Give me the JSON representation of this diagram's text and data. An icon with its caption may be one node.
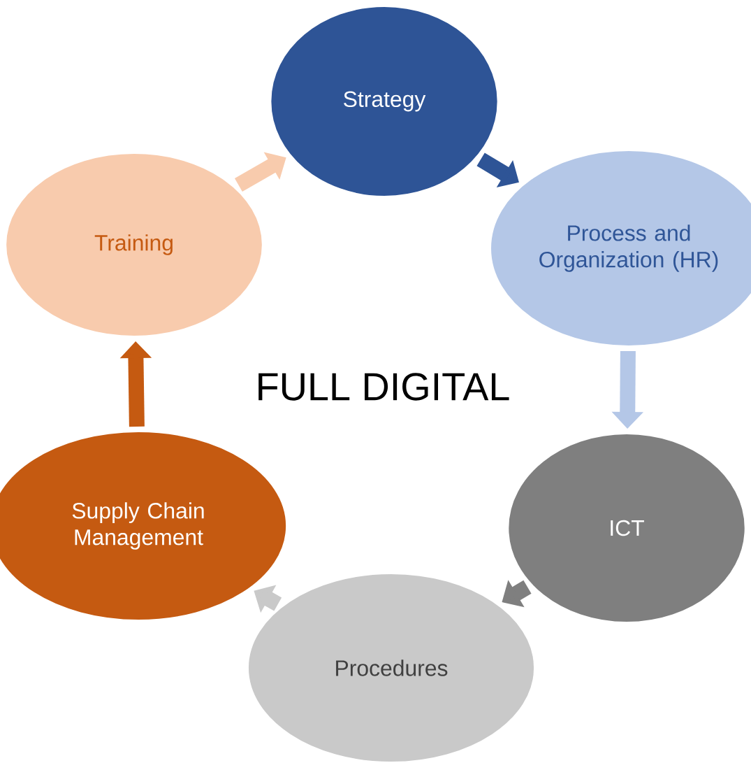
{
  "diagram": {
    "nodes": [
      {
        "text": [
          "Strategy"
        ]
      },
      {
        "text": [
          "Process and Organization (HR)"
        ]
      },
      {
        "text": [
          "ICT"
        ]
      },
      {
        "text": [
          "Procedures"
        ]
      },
      {
        "text": [
          "Supply Chain Management"
        ]
      },
      {
        "text": [
          "Training"
        ]
      }
    ],
    "edges": [
      {
        "from": 0,
        "to": 1,
        "arrow": "to",
        "color": "#2e5496"
      },
      {
        "from": 1,
        "to": 2,
        "arrow": "to",
        "color": "#b4c7e7"
      },
      {
        "from": 2,
        "to": 3,
        "arrow": "to",
        "color": "#7f7f7f"
      },
      {
        "from": 3,
        "to": 4,
        "arrow": "to",
        "color": "#c9c9c9"
      },
      {
        "from": 4,
        "to": 5,
        "arrow": "to",
        "color": "#c55a11"
      },
      {
        "from": 5,
        "to": 0,
        "arrow": "to",
        "color": "#f8cbad"
      }
    ],
    "labels": [
      "FULL DIGITAL"
    ]
  }
}
